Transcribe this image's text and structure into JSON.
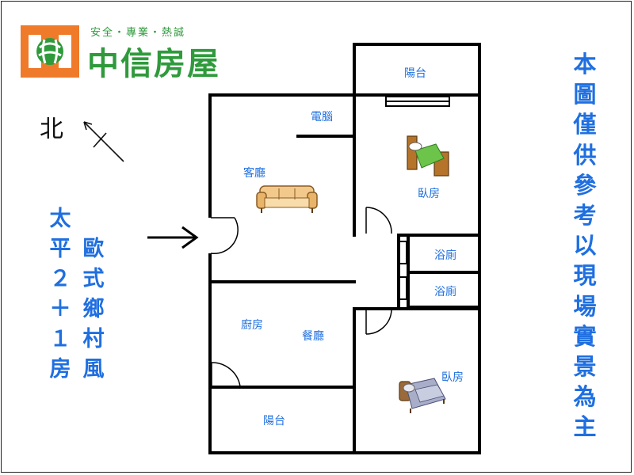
{
  "logo": {
    "slogan": "安全・專業・熱誠",
    "name": "中信房屋"
  },
  "north": {
    "label": "北"
  },
  "style_text": {
    "col1": [
      "太",
      "平",
      "２",
      "＋",
      "１",
      "房"
    ],
    "col2": [
      "歐",
      "式",
      "鄉",
      "村",
      "風"
    ]
  },
  "notice": [
    "本",
    "圖",
    "僅",
    "供",
    "參",
    "考",
    "以",
    "現",
    "場",
    "實",
    "景",
    "為",
    "主"
  ],
  "rooms": {
    "balcony_top": "陽台",
    "computer": "電腦",
    "living_room": "客廳",
    "bedroom_1": "臥房",
    "bathroom_1": "浴廁",
    "bathroom_2": "浴廁",
    "kitchen": "廚房",
    "dining_room": "餐廳",
    "bedroom_2": "臥房",
    "balcony_bottom": "陽台"
  },
  "colors": {
    "label_blue": "#1f6fe0",
    "brand_green": "#2f9a3c",
    "brand_orange": "#ee7a2a",
    "wall": "#000000"
  }
}
